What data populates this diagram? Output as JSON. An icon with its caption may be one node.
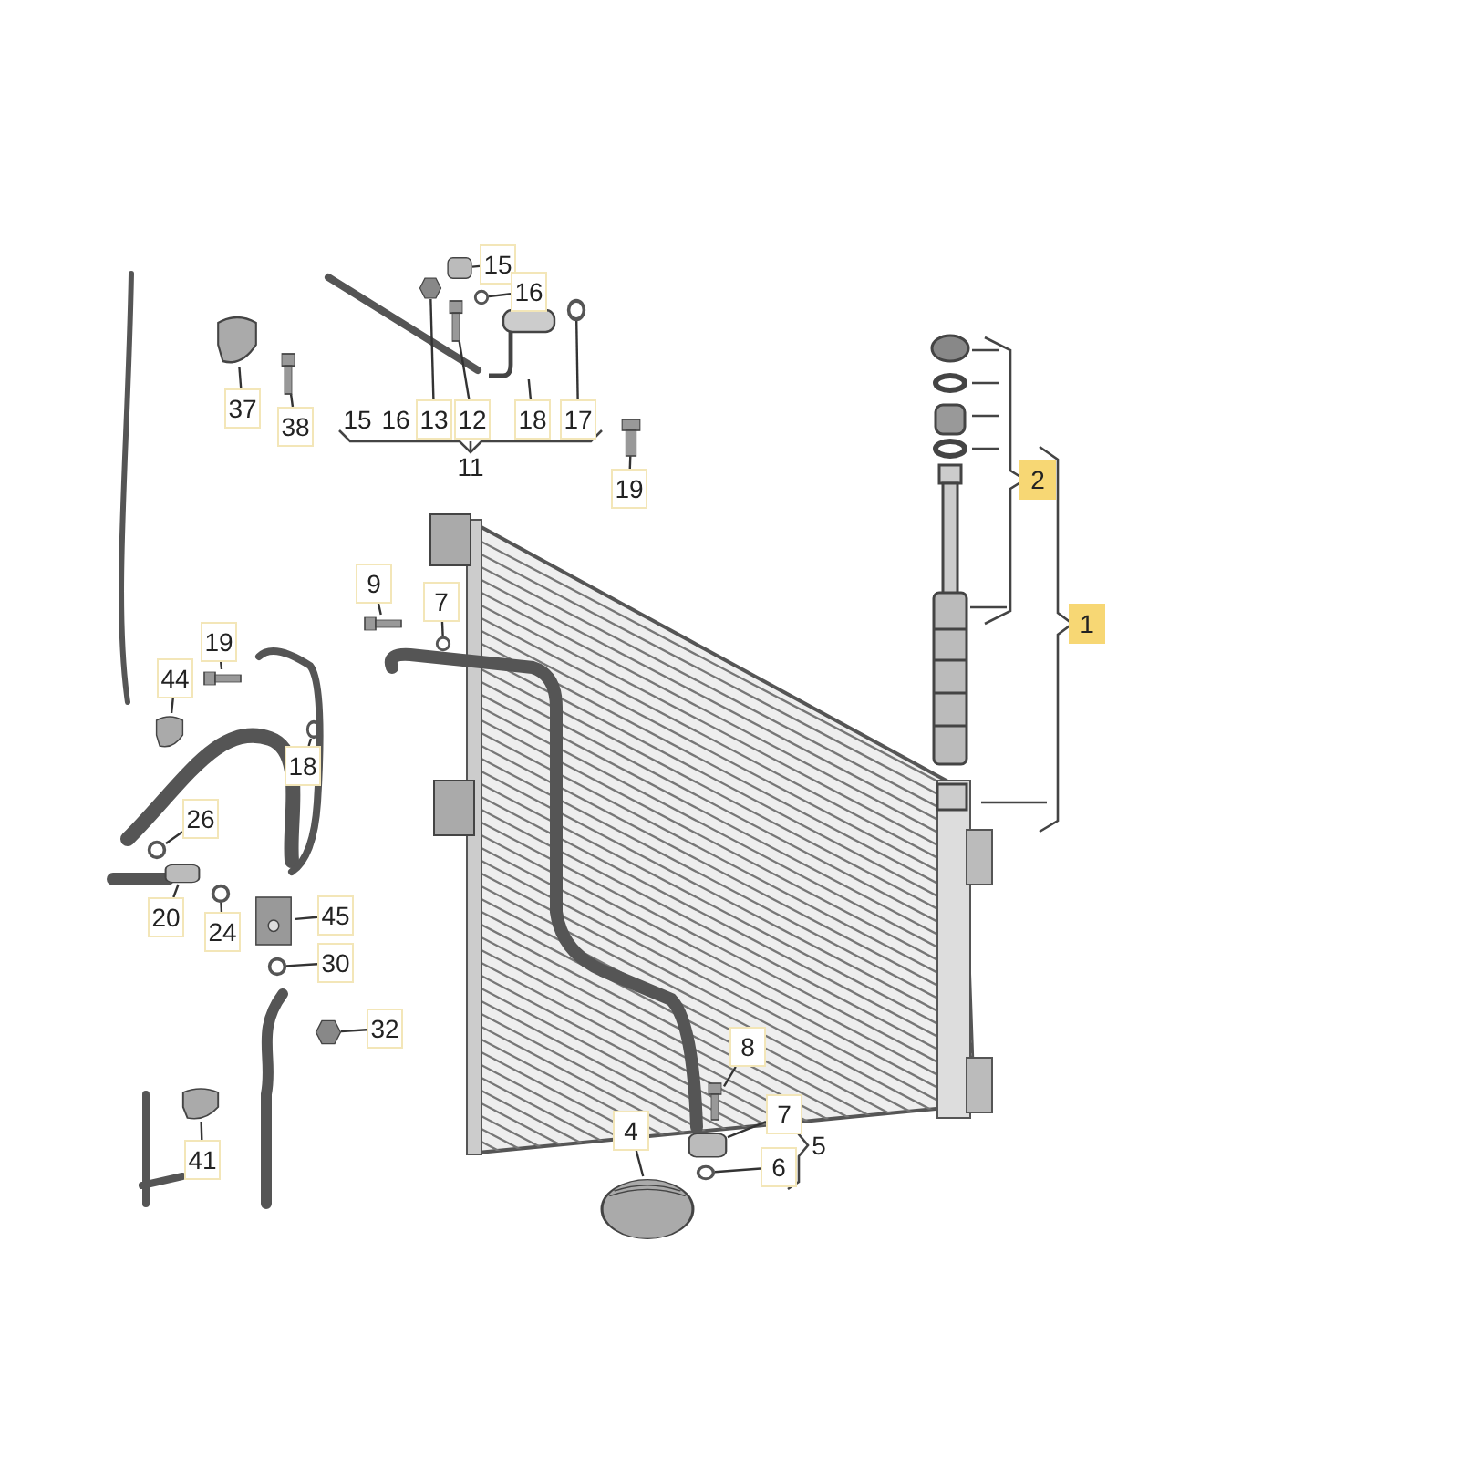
{
  "diagram": {
    "nodes": [
      {
        "text": [
          "15"
        ]
      },
      {
        "text": [
          "16"
        ]
      },
      {
        "text": [
          "37"
        ]
      },
      {
        "text": [
          "38"
        ]
      },
      {
        "text": [
          "13"
        ]
      },
      {
        "text": [
          "12"
        ]
      },
      {
        "text": [
          "18"
        ]
      },
      {
        "text": [
          "17"
        ]
      },
      {
        "text": [
          "19"
        ]
      },
      {
        "text": [
          "9"
        ]
      },
      {
        "text": [
          "7"
        ]
      },
      {
        "text": [
          "19"
        ]
      },
      {
        "text": [
          "44"
        ]
      },
      {
        "text": [
          "18"
        ]
      },
      {
        "text": [
          "26"
        ]
      },
      {
        "text": [
          "20"
        ]
      },
      {
        "text": [
          "24"
        ]
      },
      {
        "text": [
          "45"
        ]
      },
      {
        "text": [
          "30"
        ]
      },
      {
        "text": [
          "32"
        ]
      },
      {
        "text": [
          "41"
        ]
      },
      {
        "text": [
          "8"
        ]
      },
      {
        "text": [
          "4"
        ]
      },
      {
        "text": [
          "7"
        ]
      },
      {
        "text": [
          "6"
        ]
      },
      {
        "text": [],
        "shape": "fitting"
      },
      {
        "text": [],
        "shape": "ring"
      },
      {
        "text": [],
        "shape": "clip"
      },
      {
        "text": [],
        "shape": "bolt"
      },
      {
        "text": [],
        "shape": "nut"
      },
      {
        "text": [],
        "shape": "bolt"
      },
      {
        "text": [],
        "shape": "pipe"
      },
      {
        "text": [],
        "shape": "ring"
      },
      {
        "text": [],
        "shape": "bolt"
      },
      {
        "text": [],
        "shape": "bolt"
      },
      {
        "text": [],
        "shape": "ring"
      },
      {
        "text": [],
        "shape": "bolt"
      },
      {
        "text": [],
        "shape": "clip"
      },
      {
        "text": [],
        "shape": "ring"
      },
      {
        "text": [],
        "shape": "ring"
      },
      {
        "text": [],
        "shape": "fitting"
      },
      {
        "text": [],
        "shape": "ring"
      },
      {
        "text": [],
        "shape": "block"
      },
      {
        "text": [],
        "shape": "ring"
      },
      {
        "text": [],
        "shape": "nut"
      },
      {
        "text": [],
        "shape": "clip"
      },
      {
        "text": [],
        "shape": "bolt"
      },
      {
        "text": [],
        "shape": "compressor"
      },
      {
        "text": [],
        "shape": "fitting"
      },
      {
        "text": [],
        "shape": "ring"
      }
    ],
    "edges": [
      {
        "from": 0,
        "to": 25,
        "arrow": "none"
      },
      {
        "from": 1,
        "to": 26,
        "arrow": "none"
      },
      {
        "from": 2,
        "to": 27,
        "arrow": "none"
      },
      {
        "from": 3,
        "to": 28,
        "arrow": "none"
      },
      {
        "from": 4,
        "to": 29,
        "arrow": "none"
      },
      {
        "from": 5,
        "to": 30,
        "arrow": "none"
      },
      {
        "from": 6,
        "to": 31,
        "arrow": "none"
      },
      {
        "from": 7,
        "to": 32,
        "arrow": "none"
      },
      {
        "from": 8,
        "to": 33,
        "arrow": "none"
      },
      {
        "from": 9,
        "to": 34,
        "arrow": "none"
      },
      {
        "from": 10,
        "to": 35,
        "arrow": "none"
      },
      {
        "from": 11,
        "to": 36,
        "arrow": "none"
      },
      {
        "from": 12,
        "to": 37,
        "arrow": "none"
      },
      {
        "from": 13,
        "to": 38,
        "arrow": "none"
      },
      {
        "from": 14,
        "to": 39,
        "arrow": "none"
      },
      {
        "from": 15,
        "to": 40,
        "arrow": "none"
      },
      {
        "from": 16,
        "to": 41,
        "arrow": "none"
      },
      {
        "from": 17,
        "to": 42,
        "arrow": "none"
      },
      {
        "from": 18,
        "to": 43,
        "arrow": "none"
      },
      {
        "from": 19,
        "to": 44,
        "arrow": "none"
      },
      {
        "from": 20,
        "to": 45,
        "arrow": "none"
      },
      {
        "from": 21,
        "to": 46,
        "arrow": "none"
      },
      {
        "from": 22,
        "to": 47,
        "arrow": "none"
      },
      {
        "from": 23,
        "to": 48,
        "arrow": "none"
      },
      {
        "from": 24,
        "to": 49,
        "arrow": "none"
      }
    ],
    "labels": [
      "15",
      "16",
      "11",
      "2",
      "1",
      "5"
    ]
  }
}
